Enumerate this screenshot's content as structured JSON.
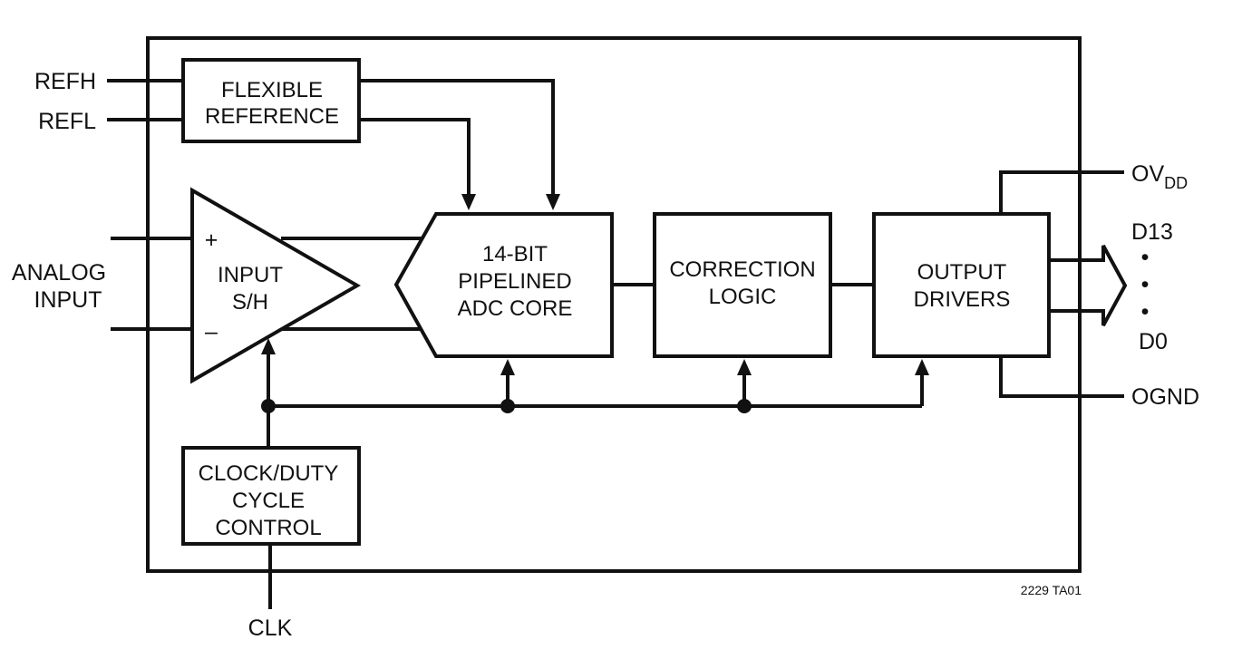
{
  "pins": {
    "refh": "REFH",
    "refl": "REFL",
    "analog_input_line1": "ANALOG",
    "analog_input_line2": "INPUT",
    "clk": "CLK",
    "ovdd_main": "OV",
    "ovdd_sub": "DD",
    "d13": "D13",
    "d0": "D0",
    "ognd": "OGND"
  },
  "blocks": {
    "flexible_reference": [
      "FLEXIBLE",
      "REFERENCE"
    ],
    "input_sh": [
      "INPUT",
      "S/H"
    ],
    "adc_core": [
      "14-BIT",
      "PIPELINED",
      "ADC CORE"
    ],
    "correction_logic": [
      "CORRECTION",
      "LOGIC"
    ],
    "output_drivers": [
      "OUTPUT",
      "DRIVERS"
    ],
    "clock_duty": [
      "CLOCK/DUTY",
      "CYCLE",
      "CONTROL"
    ]
  },
  "symbols": {
    "plus": "+",
    "minus": "–",
    "dot": "•"
  },
  "figure_id": "2229 TA01",
  "colors": {
    "ink": "#111111",
    "background": "#ffffff"
  }
}
